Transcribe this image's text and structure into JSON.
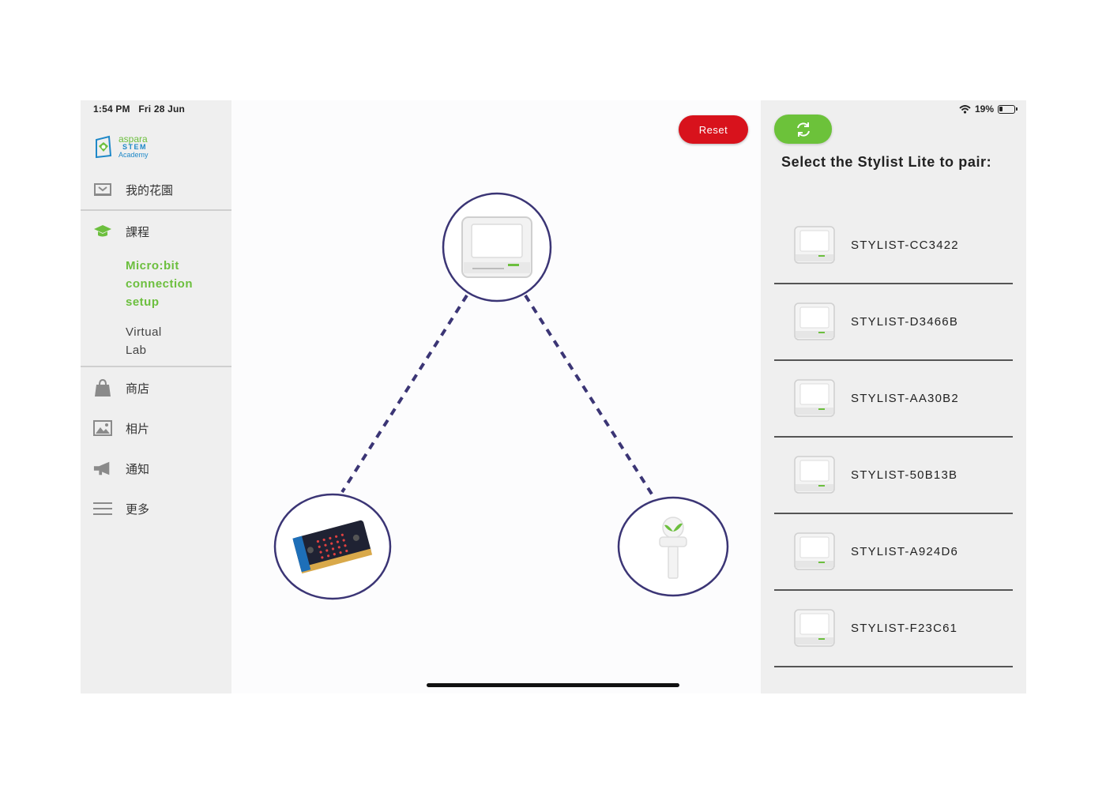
{
  "status": {
    "time": "1:54 PM",
    "date": "Fri 28 Jun",
    "battery": "19%",
    "wifi_icon": "wifi-icon",
    "battery_icon": "battery-icon"
  },
  "logo": {
    "line1": "aspara",
    "line2": "STEM",
    "line3": "Academy"
  },
  "sidebar": {
    "items": [
      {
        "label": "我的花園",
        "icon": "garden-icon"
      },
      {
        "label": "課程",
        "icon": "graduation-cap-icon"
      },
      {
        "label": "商店",
        "icon": "shopping-bag-icon"
      },
      {
        "label": "相片",
        "icon": "photo-icon"
      },
      {
        "label": "通知",
        "icon": "megaphone-icon"
      },
      {
        "label": "更多",
        "icon": "menu-icon"
      }
    ],
    "course_subitems": [
      {
        "label": "Micro:bit connection setup",
        "lines": [
          "Micro:bit",
          "connection",
          "setup"
        ],
        "active": true
      },
      {
        "label": "Virtual Lab",
        "lines": [
          "Virtual",
          "Lab"
        ],
        "active": false
      }
    ],
    "active_color": "#6cbf3e"
  },
  "main": {
    "reset_label": "Reset",
    "reset_color": "#d8121c",
    "nodes": [
      {
        "name": "stylist-lite-device",
        "icon": "stylist-device-icon"
      },
      {
        "name": "microbit-board",
        "icon": "microbit-icon"
      },
      {
        "name": "plant-sensor",
        "icon": "plant-sensor-icon"
      }
    ],
    "link_color": "#3b3575"
  },
  "panel": {
    "refresh_icon": "refresh-icon",
    "refresh_color": "#6cc23a",
    "title": "Select the Stylist Lite to pair:",
    "devices": [
      {
        "name": "STYLIST-CC3422"
      },
      {
        "name": "STYLIST-D3466B"
      },
      {
        "name": "STYLIST-AA30B2"
      },
      {
        "name": "STYLIST-50B13B"
      },
      {
        "name": "STYLIST-A924D6"
      },
      {
        "name": "STYLIST-F23C61"
      }
    ]
  }
}
